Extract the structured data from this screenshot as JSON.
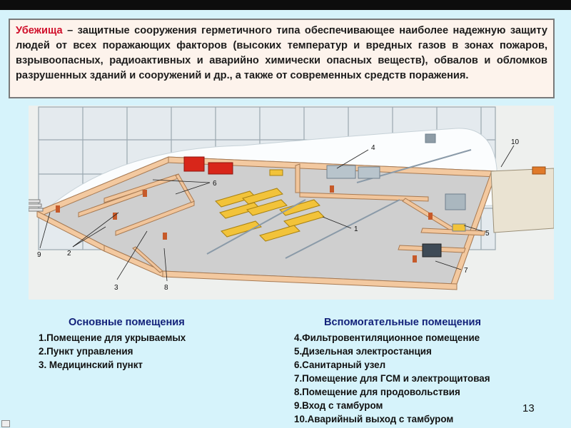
{
  "definition": {
    "term": "Убежища",
    "text": " – защитные сооружения герметичного типа обеспечивающее наиболее надежную защиту людей от всех поражающих факторов (высоких температур и вредных газов в зонах пожаров, взрывоопасных, радиоактивных и аварийно химически опасных веществ), обвалов и обломков разрушенных зданий и сооружений и др., а также от современных средств поражения."
  },
  "callouts": [
    "1",
    "2",
    "3",
    "4",
    "5",
    "6",
    "7",
    "8",
    "9",
    "10"
  ],
  "main_rooms": {
    "title": "Основные помещения",
    "items": [
      "1.Помещение для укрываемых",
      "2.Пункт управления",
      "3. Медицинский пункт"
    ]
  },
  "aux_rooms": {
    "title": "Вспомогательные помещения",
    "items": [
      "4.Фильтровентиляционное помещение",
      "5.Дизельная электростанция",
      "6.Санитарный узел",
      "7.Помещение для ГСМ и электрощитовая",
      "8.Помещение для продовольствия",
      "9.Вход с тамбуром",
      "10.Аварийный выход с тамбуром"
    ]
  },
  "page_number": "13",
  "colors": {
    "background": "#d6f3fb",
    "term": "#d0102b",
    "heading": "#13227a"
  }
}
